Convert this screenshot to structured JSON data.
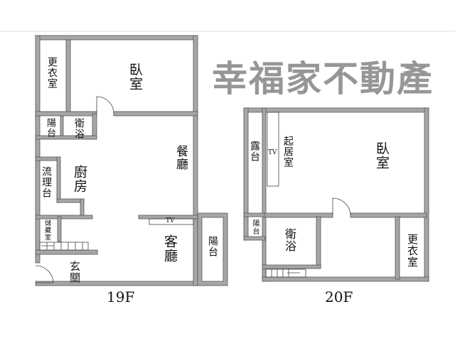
{
  "floors": {
    "f19": {
      "label": "19F",
      "rooms": {
        "dressing_room": "更衣室",
        "bedroom": "臥室",
        "balcony_small": "陽台",
        "bathroom": "衛浴",
        "dining_room": "餐廳",
        "kitchen": "廚房",
        "counter": "流理台",
        "storage": "儲藏室",
        "living_room": "客廳",
        "entrance": "玄關",
        "balcony": "陽台"
      },
      "tv": "TV"
    },
    "f20": {
      "label": "20F",
      "rooms": {
        "terrace": "露台",
        "family_room": "起居室",
        "bedroom": "臥室",
        "balcony": "陽台",
        "bathroom": "衛浴",
        "dressing_room": "更衣室"
      },
      "tv": "TV"
    }
  },
  "watermark": "幸福家不動產",
  "colors": {
    "wall": "#a6a6a6",
    "watermark": "#6e6e6e"
  }
}
